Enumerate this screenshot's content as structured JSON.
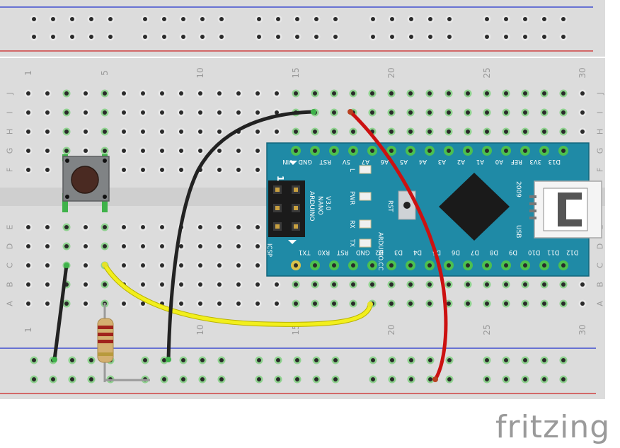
{
  "breadboard": {
    "column_numbers": [
      "1",
      "5",
      "10",
      "15",
      "20",
      "25",
      "30"
    ],
    "row_letters_top": [
      "J",
      "I",
      "H",
      "G",
      "F"
    ],
    "row_letters_bottom": [
      "E",
      "D",
      "C",
      "B",
      "A"
    ]
  },
  "arduino": {
    "top_pins": [
      "D13",
      "3V3",
      "REF",
      "A0",
      "A1",
      "A2",
      "A3",
      "A4",
      "A5",
      "A6",
      "A7",
      "5V",
      "RST",
      "GND",
      "VIN"
    ],
    "bottom_pins": [
      "D12",
      "D11",
      "D10",
      "D9",
      "D8",
      "D7",
      "D6",
      "D5",
      "D4",
      "D3",
      "D2",
      "GND",
      "RST",
      "RX0",
      "TX1"
    ],
    "led_labels": [
      "L",
      "PWR",
      "RX",
      "TX"
    ],
    "model_text": [
      "ARDUINO",
      "NANO",
      "V3.0"
    ],
    "cc_text": "ARDUINO.CC",
    "rst_label": "RST",
    "year": "2009",
    "usb_label": "USB",
    "icsp_label": "ICSP",
    "header_one": "1",
    "colors": {
      "board": "#1f8aa6",
      "chip": "#1a1a1a"
    }
  },
  "wire_colors": {
    "black": "#222222",
    "red": "#cc1111",
    "yellow": "#f2ef1c"
  },
  "logo": "fritzing"
}
